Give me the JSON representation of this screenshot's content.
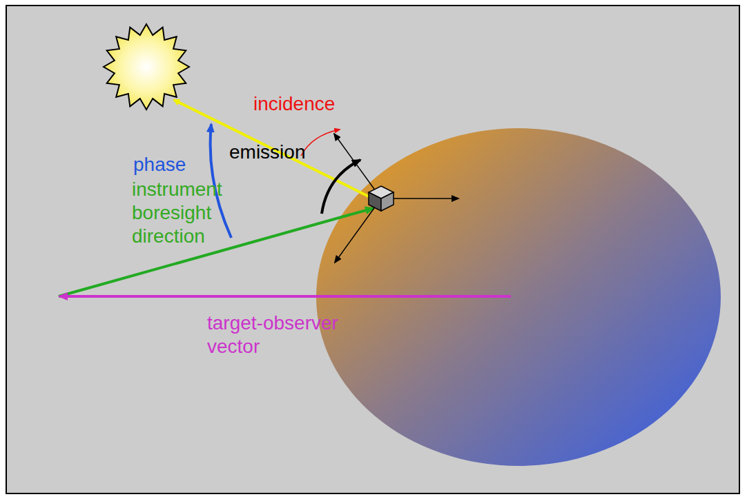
{
  "diagram": {
    "labels": [
      "incidence",
      "phase",
      "instrument boresight direction",
      "emission",
      "target-observer vector"
    ]
  }
}
